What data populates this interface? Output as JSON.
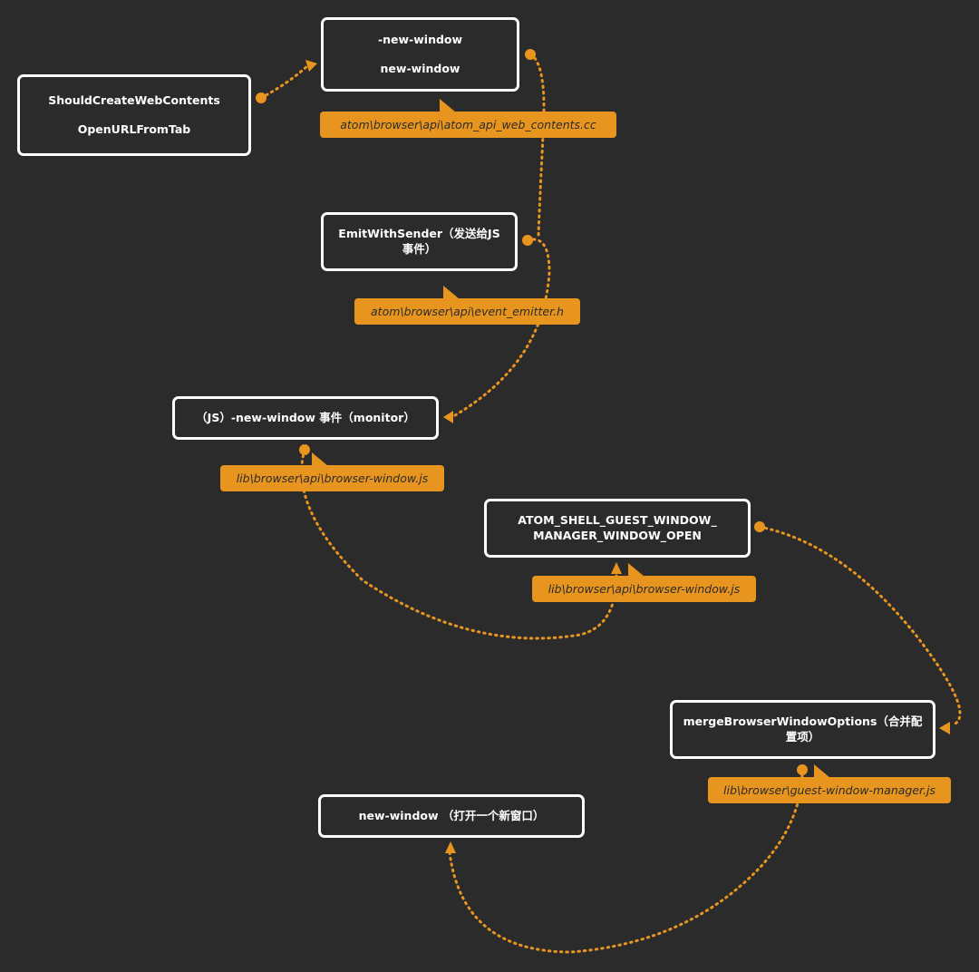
{
  "nodes": {
    "should_create": {
      "line1": "ShouldCreateWebContents",
      "line2": "OpenURLFromTab"
    },
    "new_window_cpp": {
      "line1": "-new-window",
      "line2": "new-window"
    },
    "emit_with_sender": {
      "line1": "EmitWithSender（发送给JS",
      "line2": "事件）"
    },
    "js_new_window": {
      "label": "（JS）-new-window 事件（monitor）"
    },
    "guest_window_open": {
      "line1": "ATOM_SHELL_GUEST_WINDOW_",
      "line2": "MANAGER_WINDOW_OPEN"
    },
    "merge_options": {
      "line1": "mergeBrowserWindowOptions（合并配",
      "line2": "置项）"
    },
    "new_window_final": {
      "label": "new-window （打开一个新窗口）"
    }
  },
  "callouts": {
    "web_contents_cc": "atom\\browser\\api\\atom_api_web_contents.cc",
    "event_emitter_h": "atom\\browser\\api\\event_emitter.h",
    "browser_window_js_1": "lib\\browser\\api\\browser-window.js",
    "browser_window_js_2": "lib\\browser\\api\\browser-window.js",
    "guest_window_manager_js": "lib\\browser\\guest-window-manager.js"
  },
  "colors": {
    "background": "#2b2b2b",
    "node_border": "#ffffff",
    "accent": "#e8951f"
  }
}
